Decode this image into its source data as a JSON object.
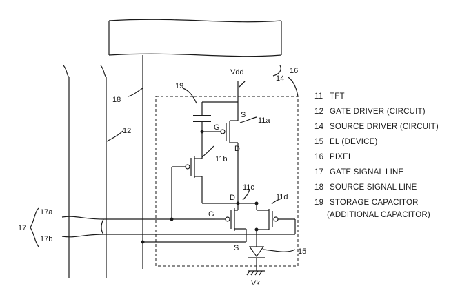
{
  "labels": {
    "vdd": "Vdd",
    "vk": "Vk",
    "ref_11a": "11a",
    "ref_11b": "11b",
    "ref_11c": "11c",
    "ref_11d": "11d",
    "ref_12": "12",
    "ref_14": "14",
    "ref_15": "15",
    "ref_16": "16",
    "ref_17": "17",
    "ref_17a": "17a",
    "ref_17b": "17b",
    "ref_18": "18",
    "ref_19": "19",
    "term_s_top": "S",
    "term_d_top": "D",
    "term_g_top": "G",
    "term_g_bottom": "G",
    "term_d_bottom": "D",
    "term_s_bottom": "S"
  },
  "legend": [
    {
      "num": "11",
      "text": "TFT"
    },
    {
      "num": "12",
      "text": "GATE DRIVER (CIRCUIT)"
    },
    {
      "num": "14",
      "text": "SOURCE DRIVER (CIRCUIT)"
    },
    {
      "num": "15",
      "text": "EL (DEVICE)"
    },
    {
      "num": "16",
      "text": "PIXEL"
    },
    {
      "num": "17",
      "text": "GATE SIGNAL LINE"
    },
    {
      "num": "18",
      "text": "SOURCE SIGNAL LINE"
    },
    {
      "num": "19",
      "text": "STORAGE CAPACITOR"
    },
    {
      "num": "",
      "text": "(ADDITIONAL CAPACITOR)"
    }
  ]
}
